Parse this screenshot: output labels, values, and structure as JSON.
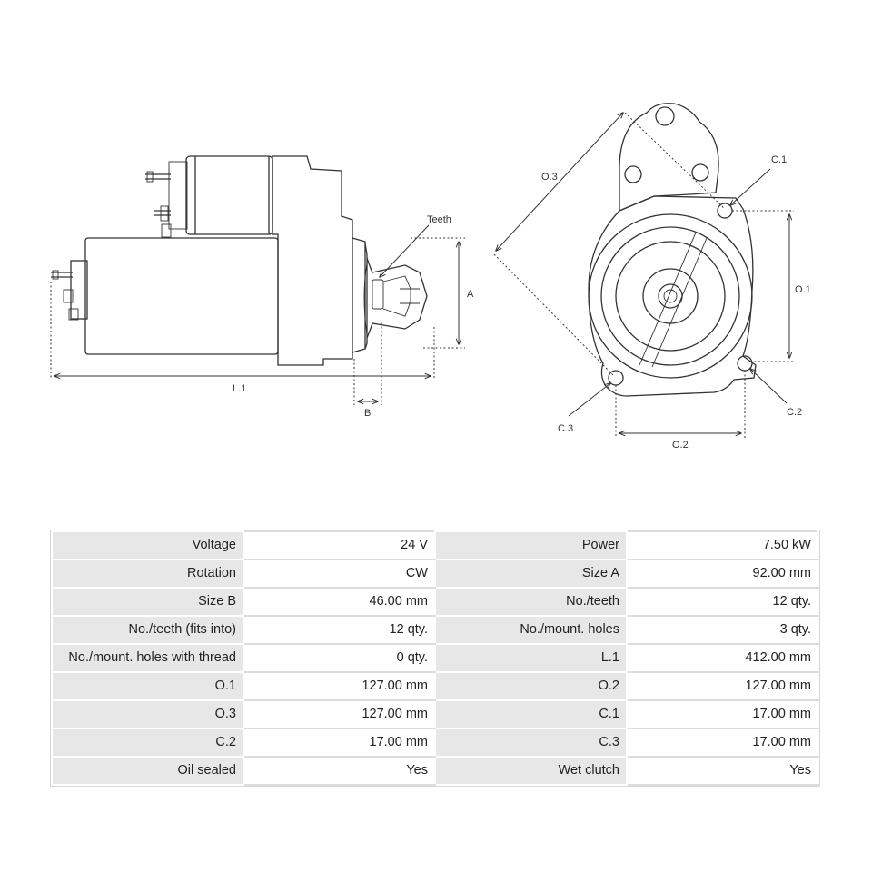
{
  "diagram": {
    "labels": {
      "teeth": "Teeth",
      "a": "A",
      "b": "B",
      "l1": "L.1",
      "o1": "O.1",
      "o2": "O.2",
      "o3": "O.3",
      "c1": "C.1",
      "c2": "C.2",
      "c3": "C.3"
    }
  },
  "specs": {
    "rows": [
      [
        {
          "label": "Voltage",
          "value": "24 V"
        },
        {
          "label": "Power",
          "value": "7.50 kW"
        }
      ],
      [
        {
          "label": "Rotation",
          "value": "CW"
        },
        {
          "label": "Size A",
          "value": "92.00 mm"
        }
      ],
      [
        {
          "label": "Size B",
          "value": "46.00 mm"
        },
        {
          "label": "No./teeth",
          "value": "12 qty."
        }
      ],
      [
        {
          "label": "No./teeth (fits into)",
          "value": "12 qty."
        },
        {
          "label": "No./mount. holes",
          "value": "3 qty."
        }
      ],
      [
        {
          "label": "No./mount. holes with thread",
          "value": "0 qty."
        },
        {
          "label": "L.1",
          "value": "412.00 mm"
        }
      ],
      [
        {
          "label": "O.1",
          "value": "127.00 mm"
        },
        {
          "label": "O.2",
          "value": "127.00 mm"
        }
      ],
      [
        {
          "label": "O.3",
          "value": "127.00 mm"
        },
        {
          "label": "C.1",
          "value": "17.00 mm"
        }
      ],
      [
        {
          "label": "C.2",
          "value": "17.00 mm"
        },
        {
          "label": "C.3",
          "value": "17.00 mm"
        }
      ],
      [
        {
          "label": "Oil sealed",
          "value": "Yes"
        },
        {
          "label": "Wet clutch",
          "value": "Yes"
        }
      ]
    ]
  }
}
